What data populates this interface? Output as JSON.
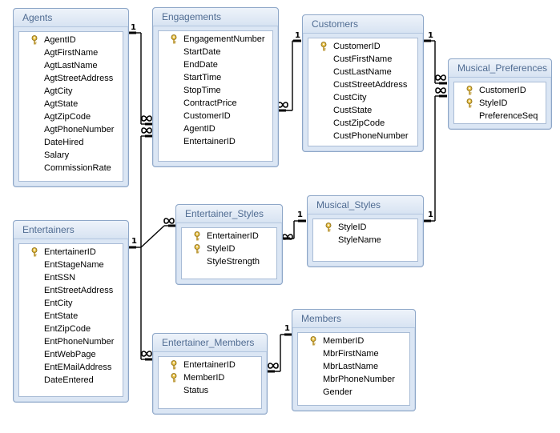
{
  "tables": [
    {
      "id": "agents",
      "title": "Agents",
      "fields": [
        {
          "name": "AgentID",
          "key": true
        },
        {
          "name": "AgtFirstName"
        },
        {
          "name": "AgtLastName"
        },
        {
          "name": "AgtStreetAddress"
        },
        {
          "name": "AgtCity"
        },
        {
          "name": "AgtState"
        },
        {
          "name": "AgtZipCode"
        },
        {
          "name": "AgtPhoneNumber"
        },
        {
          "name": "DateHired"
        },
        {
          "name": "Salary"
        },
        {
          "name": "CommissionRate"
        }
      ]
    },
    {
      "id": "engagements",
      "title": "Engagements",
      "fields": [
        {
          "name": "EngagementNumber",
          "key": true
        },
        {
          "name": "StartDate"
        },
        {
          "name": "EndDate"
        },
        {
          "name": "StartTime"
        },
        {
          "name": "StopTime"
        },
        {
          "name": "ContractPrice"
        },
        {
          "name": "CustomerID"
        },
        {
          "name": "AgentID"
        },
        {
          "name": "EntertainerID"
        }
      ]
    },
    {
      "id": "customers",
      "title": "Customers",
      "fields": [
        {
          "name": "CustomerID",
          "key": true
        },
        {
          "name": "CustFirstName"
        },
        {
          "name": "CustLastName"
        },
        {
          "name": "CustStreetAddress"
        },
        {
          "name": "CustCity"
        },
        {
          "name": "CustState"
        },
        {
          "name": "CustZipCode"
        },
        {
          "name": "CustPhoneNumber"
        }
      ]
    },
    {
      "id": "musical_preferences",
      "title": "Musical_Preferences",
      "fields": [
        {
          "name": "CustomerID",
          "key": true
        },
        {
          "name": "StyleID",
          "key": true
        },
        {
          "name": "PreferenceSeq"
        }
      ]
    },
    {
      "id": "entertainers",
      "title": "Entertainers",
      "fields": [
        {
          "name": "EntertainerID",
          "key": true
        },
        {
          "name": "EntStageName"
        },
        {
          "name": "EntSSN"
        },
        {
          "name": "EntStreetAddress"
        },
        {
          "name": "EntCity"
        },
        {
          "name": "EntState"
        },
        {
          "name": "EntZipCode"
        },
        {
          "name": "EntPhoneNumber"
        },
        {
          "name": "EntWebPage"
        },
        {
          "name": "EntEMailAddress"
        },
        {
          "name": "DateEntered"
        }
      ]
    },
    {
      "id": "entertainer_styles",
      "title": "Entertainer_Styles",
      "fields": [
        {
          "name": "EntertainerID",
          "key": true
        },
        {
          "name": "StyleID",
          "key": true
        },
        {
          "name": "StyleStrength"
        }
      ]
    },
    {
      "id": "musical_styles",
      "title": "Musical_Styles",
      "fields": [
        {
          "name": "StyleID",
          "key": true
        },
        {
          "name": "StyleName"
        }
      ]
    },
    {
      "id": "entertainer_members",
      "title": "Entertainer_Members",
      "fields": [
        {
          "name": "EntertainerID",
          "key": true
        },
        {
          "name": "MemberID",
          "key": true
        },
        {
          "name": "Status"
        }
      ]
    },
    {
      "id": "members",
      "title": "Members",
      "fields": [
        {
          "name": "MemberID",
          "key": true
        },
        {
          "name": "MbrFirstName"
        },
        {
          "name": "MbrLastName"
        },
        {
          "name": "MbrPhoneNumber"
        },
        {
          "name": "Gender"
        }
      ]
    }
  ],
  "relationship_one_label": "1"
}
